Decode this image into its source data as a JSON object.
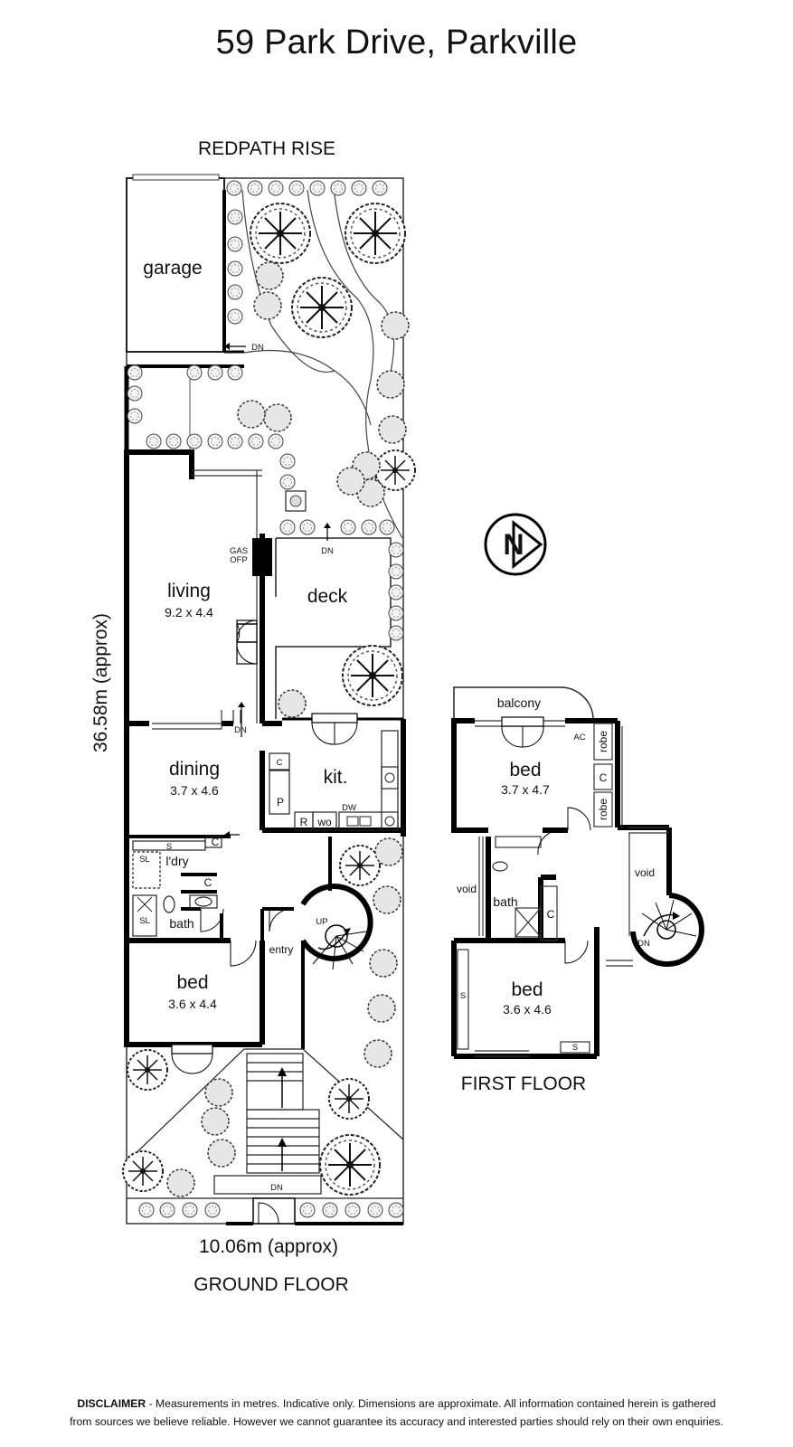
{
  "title": "59 Park Drive, Parkville",
  "street": "REDPATH RISE",
  "dimensions": {
    "depth": "36.58m (approx)",
    "width": "10.06m (approx)"
  },
  "floors": {
    "ground": "GROUND FLOOR",
    "first": "FIRST FLOOR"
  },
  "ground_rooms": {
    "garage": "garage",
    "living": {
      "name": "living",
      "size": "9.2 x 4.4"
    },
    "deck": "deck",
    "dining": {
      "name": "dining",
      "size": "3.7 x 4.6"
    },
    "kitchen": "kit.",
    "laundry": "l'dry",
    "bath": "bath",
    "bed": {
      "name": "bed",
      "size": "3.6 x 4.4"
    },
    "entry": "entry"
  },
  "first_rooms": {
    "balcony": "balcony",
    "bed1": {
      "name": "bed",
      "size": "3.7 x 4.7"
    },
    "void_left": "void",
    "void_right": "void",
    "bath": "bath",
    "bed2": {
      "name": "bed",
      "size": "3.6 x 4.6"
    },
    "robe_top": "robe",
    "robe_bottom": "robe"
  },
  "fixtures": {
    "gas_line1": "GAS",
    "gas_line2": "OFP",
    "dn": "DN",
    "up": "UP",
    "pantry": "P",
    "cupboard": "C",
    "fridge": "R",
    "wall_oven": "wo",
    "dishwasher": "DW",
    "shelf": "S",
    "shelves": "SL",
    "aircon": "AC"
  },
  "compass": {
    "letter": "N"
  },
  "disclaimer": {
    "label": "DISCLAIMER",
    "line1": " - Measurements in metres. Indicative only. Dimensions are approximate. All information contained herein is gathered",
    "line2": "from sources we believe reliable. However we cannot guarantee its accuracy and interested parties should rely on their own enquiries."
  }
}
